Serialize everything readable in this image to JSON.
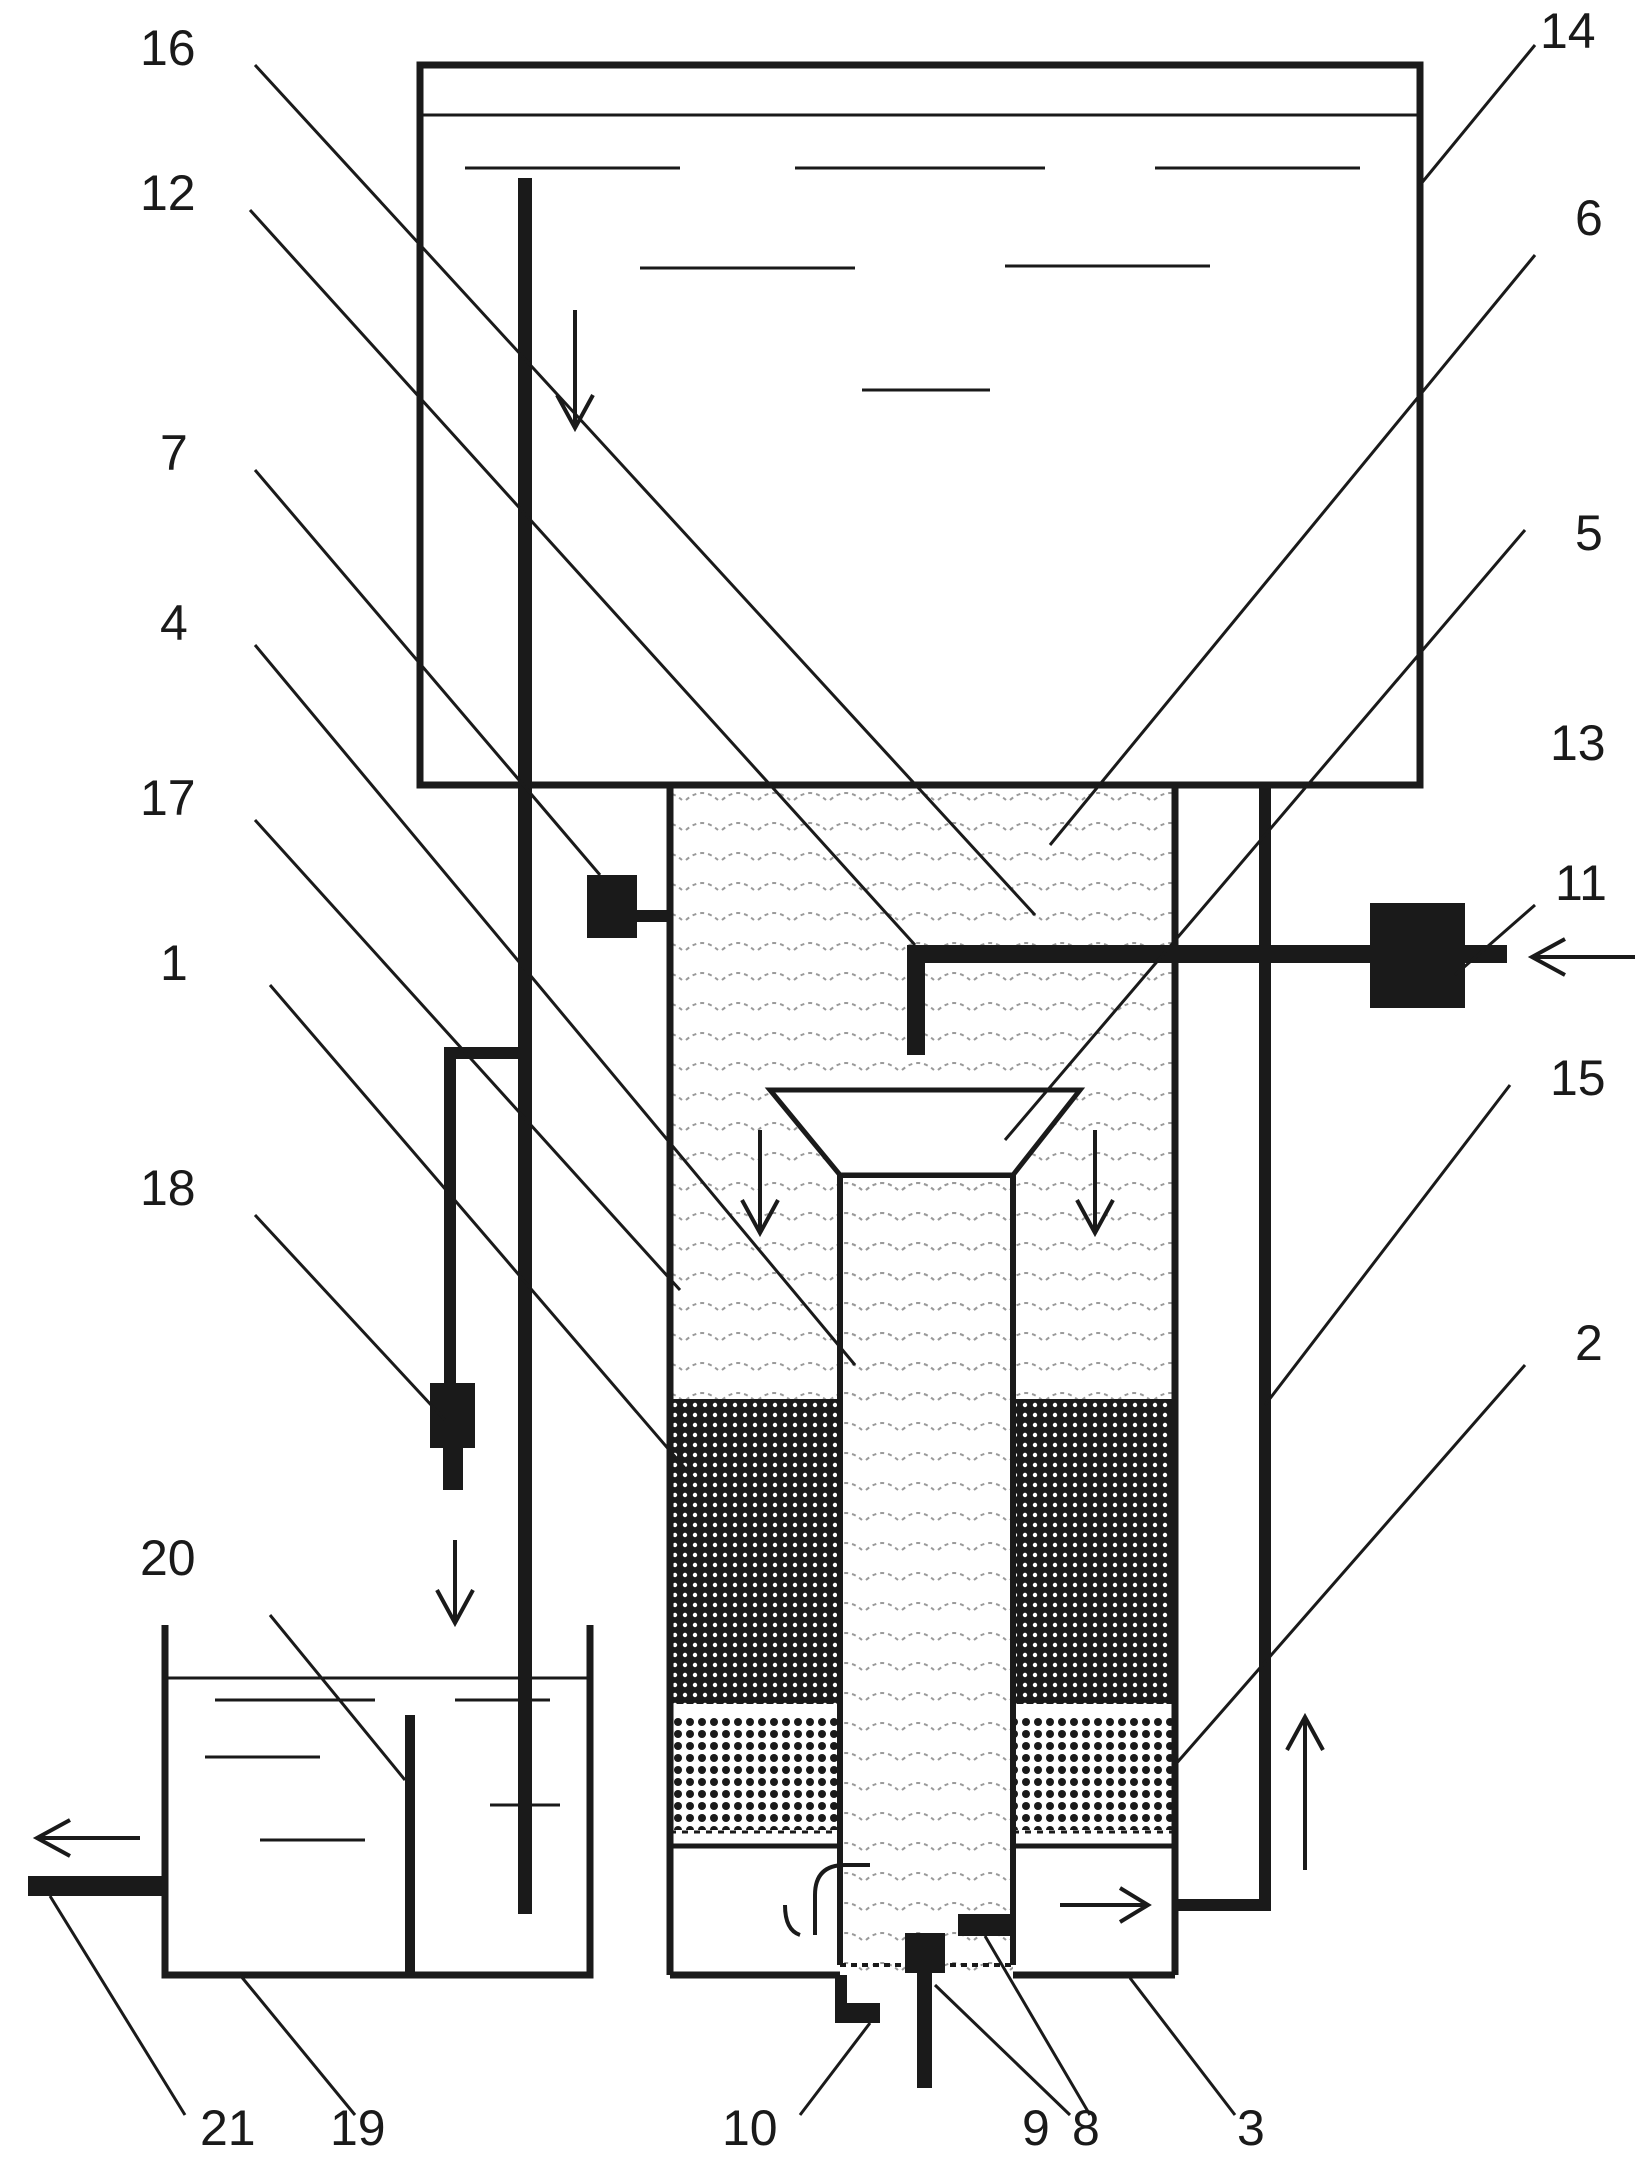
{
  "labels": {
    "l16": "16",
    "l12": "12",
    "l7": "7",
    "l4": "4",
    "l17": "17",
    "l1": "1",
    "l18": "18",
    "l20": "20",
    "l14": "14",
    "l6": "6",
    "l5": "5",
    "l13": "13",
    "l11": "11",
    "l15": "15",
    "l2": "2",
    "l21": "21",
    "l19": "19",
    "l10": "10",
    "l9": "9",
    "l8": "8",
    "l3": "3"
  },
  "colors": {
    "ink": "#1a1a1a",
    "paper": "#ffffff",
    "hatch": "#9a9a9a"
  },
  "icons": [
    "flow-arrow-icon"
  ]
}
